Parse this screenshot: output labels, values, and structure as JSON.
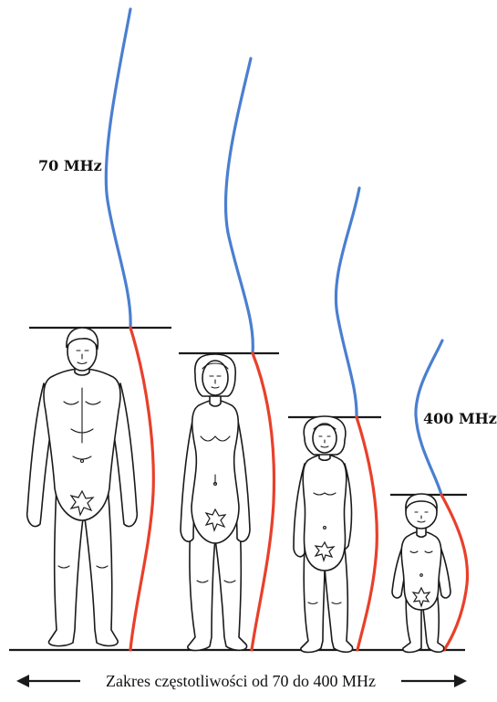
{
  "labels": {
    "low_freq": "70 MHz",
    "high_freq": "400 MHz",
    "caption": "Zakres częstotliwości od 70 do 400 MHz"
  },
  "colors": {
    "wave_above": "#4a7fd0",
    "wave_body": "#e8402a",
    "lines": "#1a1a1a"
  },
  "figures": [
    {
      "id": "man"
    },
    {
      "id": "woman"
    },
    {
      "id": "older-child"
    },
    {
      "id": "young-child"
    }
  ]
}
